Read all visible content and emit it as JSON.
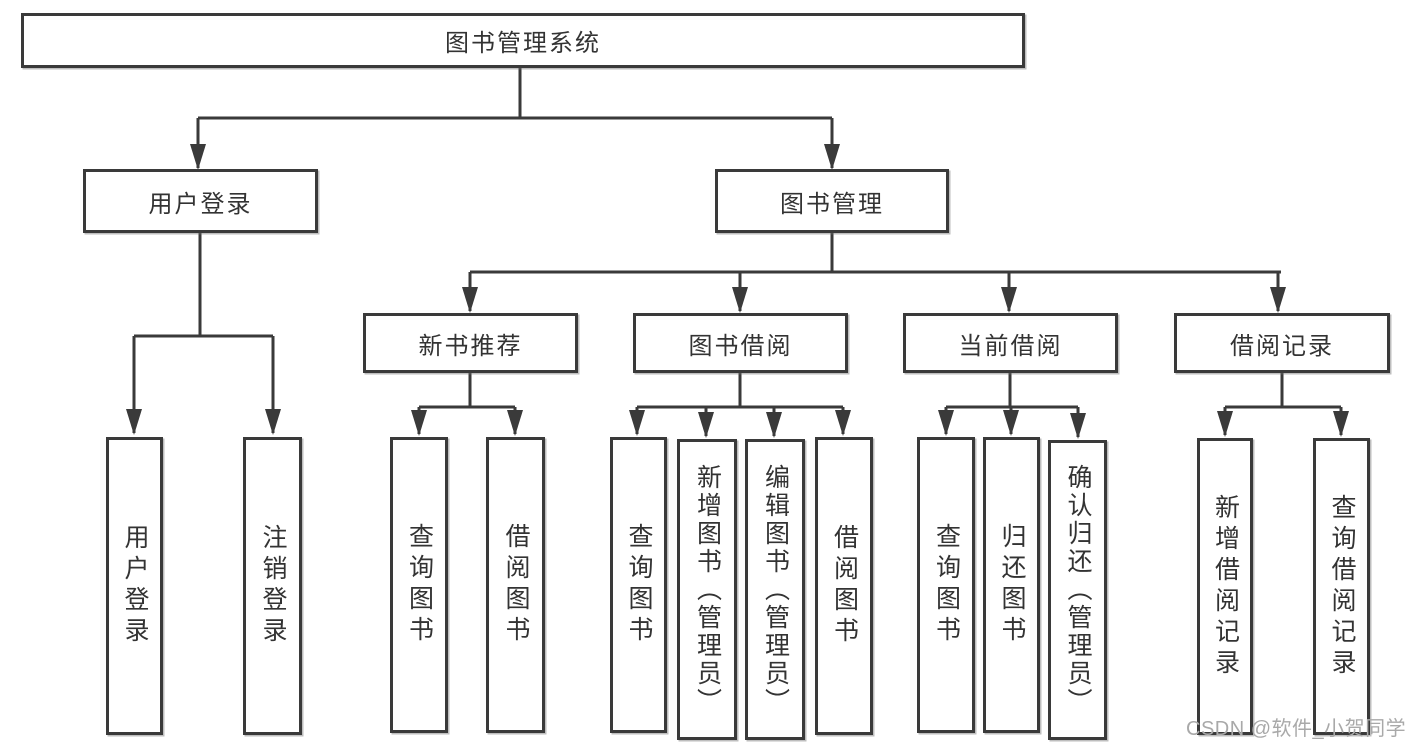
{
  "diagram": {
    "root": {
      "label": "图书管理系统"
    },
    "branches": [
      {
        "label": "用户登录",
        "children": [
          {
            "label": "用户登录"
          },
          {
            "label": "注销登录"
          }
        ]
      },
      {
        "label": "图书管理",
        "children": [
          {
            "label": "新书推荐",
            "children": [
              {
                "label": "查询图书"
              },
              {
                "label": "借阅图书"
              }
            ]
          },
          {
            "label": "图书借阅",
            "children": [
              {
                "label": "查询图书"
              },
              {
                "label": "新增图书（管理员）"
              },
              {
                "label": "编辑图书（管理员）"
              },
              {
                "label": "借阅图书"
              }
            ]
          },
          {
            "label": "当前借阅",
            "children": [
              {
                "label": "查询图书"
              },
              {
                "label": "归还图书"
              },
              {
                "label": "确认归还（管理员）"
              }
            ]
          },
          {
            "label": "借阅记录",
            "children": [
              {
                "label": "新增借阅记录"
              },
              {
                "label": "查询借阅记录"
              }
            ]
          }
        ]
      }
    ]
  },
  "watermark": {
    "text": "CSDN @软件_小贺同学"
  },
  "colors": {
    "line": "#3a3a3a",
    "text": "#333333",
    "background": "#ffffff",
    "watermark": "#a9a9a9"
  }
}
